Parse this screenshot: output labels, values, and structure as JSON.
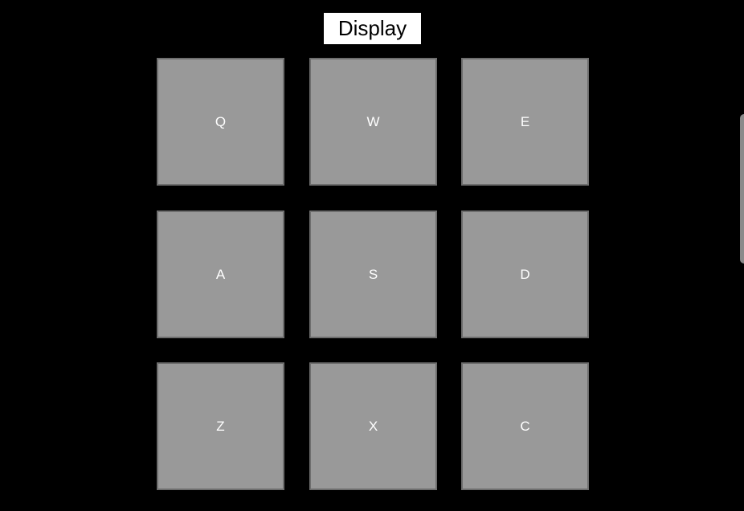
{
  "display": {
    "label": "Display"
  },
  "keys": [
    {
      "label": "Q"
    },
    {
      "label": "W"
    },
    {
      "label": "E"
    },
    {
      "label": "A"
    },
    {
      "label": "S"
    },
    {
      "label": "D"
    },
    {
      "label": "Z"
    },
    {
      "label": "X"
    },
    {
      "label": "C"
    }
  ],
  "colors": {
    "background": "#000000",
    "key_fill": "#999999",
    "key_border": "#6e6e6e",
    "key_text": "#ffffff",
    "label_background": "#ffffff",
    "label_text": "#000000"
  }
}
